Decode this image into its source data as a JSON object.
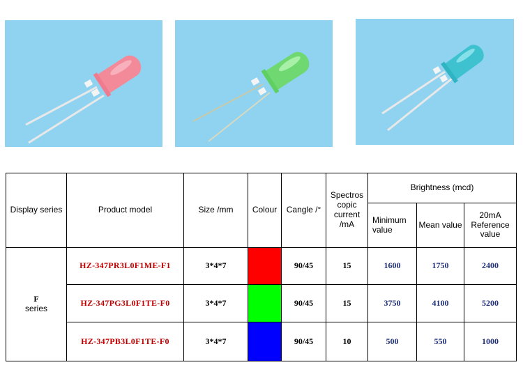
{
  "photos": [
    {
      "name": "red-led-photo",
      "led_color": "#f28a9a"
    },
    {
      "name": "green-led-photo",
      "led_color": "#6fd870"
    },
    {
      "name": "blue-led-photo",
      "led_color": "#3fc2cf"
    }
  ],
  "table": {
    "headers": {
      "display_series": "Display series",
      "product_model": "Product model",
      "size": "Size /mm",
      "colour": "Colour",
      "cangle": "Cangle /°",
      "current_line1": "Spectros",
      "current_line2": "copic",
      "current_line3": "current",
      "current_line4": "/mA",
      "brightness": "Brightness (mcd)",
      "minimum": "Minimum value",
      "mean": "Mean value",
      "reference_line1": "20mA",
      "reference_line2": "Reference value"
    },
    "series_letter": "F",
    "series_label": "series",
    "rows": [
      {
        "model": "HZ-347PR3L0F1ME-F1",
        "size": "3*4*7",
        "colour": "#ff0000",
        "cangle": "90/45",
        "current": "15",
        "min": "1600",
        "mean": "1750",
        "ref": "2400"
      },
      {
        "model": "HZ-347PG3L0F1TE-F0",
        "size": "3*4*7",
        "colour": "#00ff00",
        "cangle": "90/45",
        "current": "15",
        "min": "3750",
        "mean": "4100",
        "ref": "5200"
      },
      {
        "model": "HZ-347PB3L0F1TE-F0",
        "size": "3*4*7",
        "colour": "#0000ff",
        "cangle": "90/45",
        "current": "10",
        "min": "500",
        "mean": "550",
        "ref": "1000"
      }
    ]
  }
}
